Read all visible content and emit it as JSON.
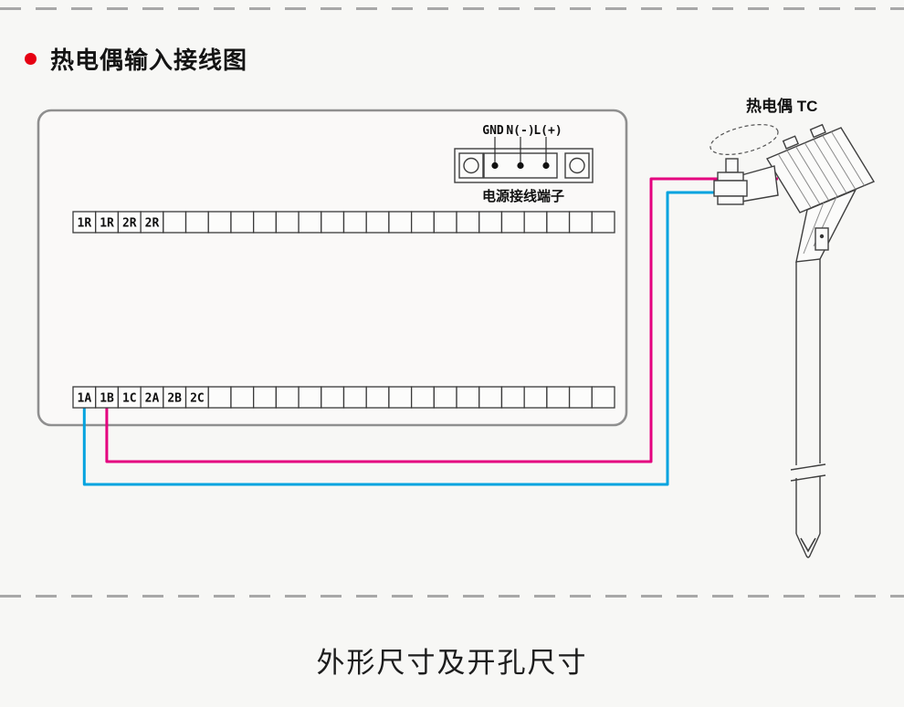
{
  "page": {
    "section_title": "热电偶输入接线图",
    "bottom_title": "外形尺寸及开孔尺寸"
  },
  "panel": {
    "power_terminal": {
      "labels": [
        "GND",
        "N(-)",
        "L(+)"
      ],
      "caption": "电源接线端子"
    },
    "strip_top": {
      "total_cells": 24,
      "labels": [
        "1R",
        "1R",
        "2R",
        "2R"
      ]
    },
    "strip_bottom": {
      "total_cells": 24,
      "labels": [
        "1A",
        "1B",
        "1C",
        "2A",
        "2B",
        "2C"
      ]
    }
  },
  "thermocouple": {
    "label": "热电偶 TC"
  },
  "wires": [
    {
      "name": "tc-plus-to-1B",
      "color": "#e4007f"
    },
    {
      "name": "tc-minus-to-1A",
      "color": "#00a3df"
    }
  ],
  "colors": {
    "bullet_red": "#e60012",
    "wire_pink": "#e4007f",
    "wire_blue": "#00a3df"
  }
}
